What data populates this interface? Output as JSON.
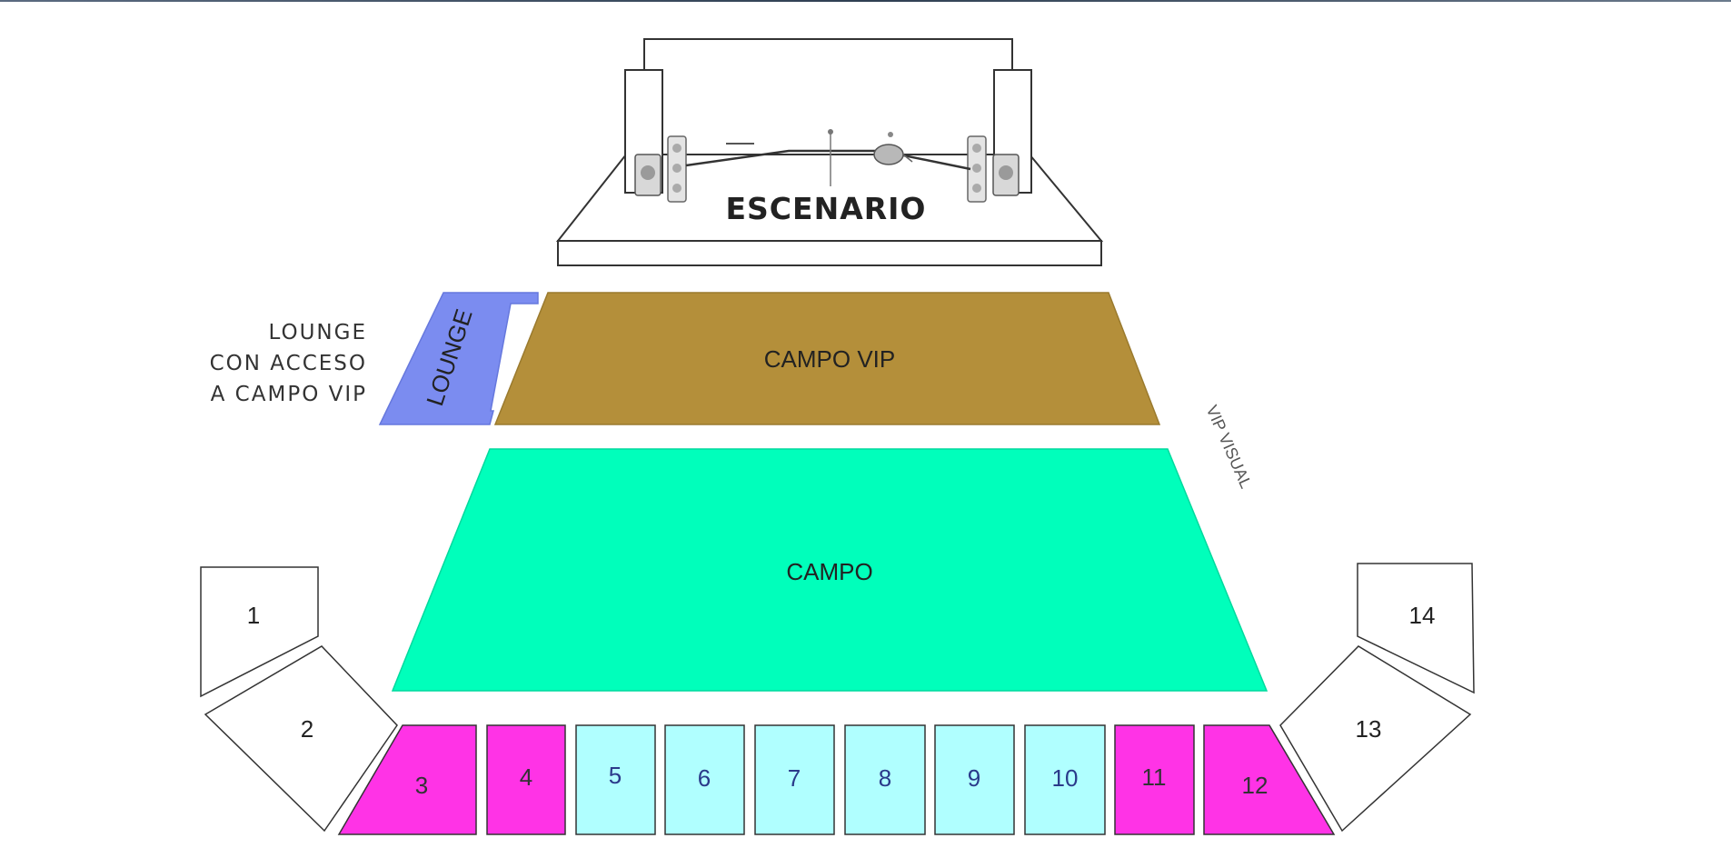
{
  "stage": {
    "label": "ESCENARIO"
  },
  "lounge": {
    "label": "LOUNGE",
    "note_lines": [
      "LOUNGE",
      "CON ACCESO",
      "A CAMPO VIP"
    ]
  },
  "zones": {
    "campo_vip": {
      "label": "CAMPO VIP"
    },
    "campo": {
      "label": "CAMPO"
    },
    "vip_visual": {
      "label": "VIP VISUAL"
    }
  },
  "sections": [
    {
      "label": "1",
      "color": "#ffffff"
    },
    {
      "label": "2",
      "color": "#ffffff"
    },
    {
      "label": "3",
      "color": "#ff33e6"
    },
    {
      "label": "4",
      "color": "#ff33e6"
    },
    {
      "label": "5",
      "color": "#b0ffff"
    },
    {
      "label": "6",
      "color": "#b0ffff"
    },
    {
      "label": "7",
      "color": "#b0ffff"
    },
    {
      "label": "8",
      "color": "#b0ffff"
    },
    {
      "label": "9",
      "color": "#b0ffff"
    },
    {
      "label": "10",
      "color": "#b0ffff"
    },
    {
      "label": "11",
      "color": "#ff33e6"
    },
    {
      "label": "12",
      "color": "#ff33e6"
    },
    {
      "label": "13",
      "color": "#ffffff"
    },
    {
      "label": "14",
      "color": "#ffffff"
    }
  ],
  "colors": {
    "campo_vip": "#b48f3a",
    "campo": "#00ffbb",
    "lounge": "#7b8cf0",
    "preferente": "#ff33e6",
    "general": "#b0ffff",
    "platea": "#ffffff"
  }
}
